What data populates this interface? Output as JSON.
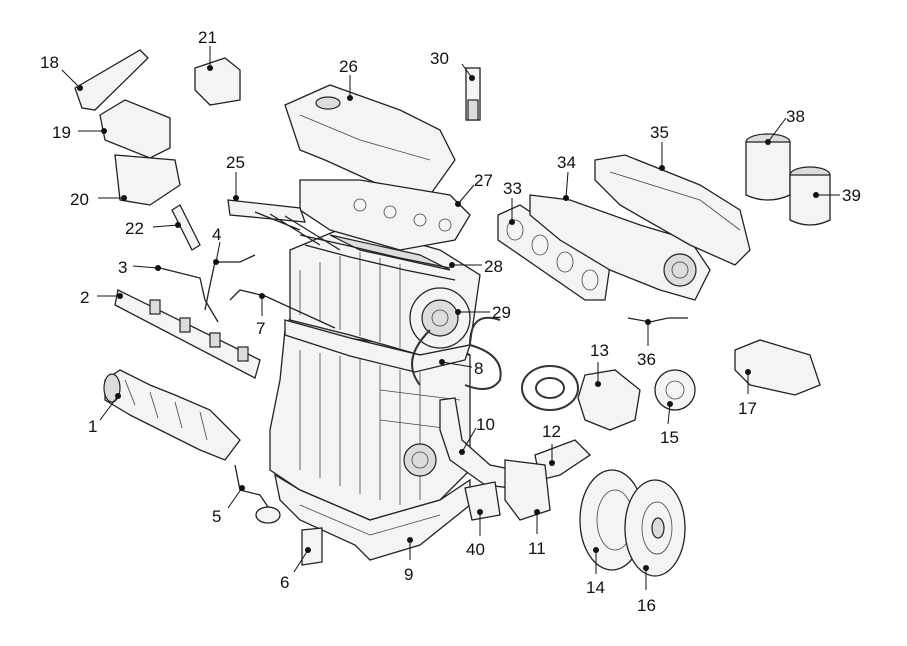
{
  "diagram": {
    "callouts": [
      {
        "n": "1"
      },
      {
        "n": "2"
      },
      {
        "n": "3"
      },
      {
        "n": "4"
      },
      {
        "n": "5"
      },
      {
        "n": "6"
      },
      {
        "n": "7"
      },
      {
        "n": "8"
      },
      {
        "n": "9"
      },
      {
        "n": "10"
      },
      {
        "n": "11"
      },
      {
        "n": "12"
      },
      {
        "n": "13"
      },
      {
        "n": "14"
      },
      {
        "n": "15"
      },
      {
        "n": "16"
      },
      {
        "n": "17"
      },
      {
        "n": "18"
      },
      {
        "n": "19"
      },
      {
        "n": "20"
      },
      {
        "n": "21"
      },
      {
        "n": "22"
      },
      {
        "n": "25"
      },
      {
        "n": "26"
      },
      {
        "n": "27"
      },
      {
        "n": "28"
      },
      {
        "n": "29"
      },
      {
        "n": "30"
      },
      {
        "n": "33"
      },
      {
        "n": "34"
      },
      {
        "n": "35"
      },
      {
        "n": "36"
      },
      {
        "n": "38"
      },
      {
        "n": "39"
      },
      {
        "n": "40"
      }
    ]
  }
}
